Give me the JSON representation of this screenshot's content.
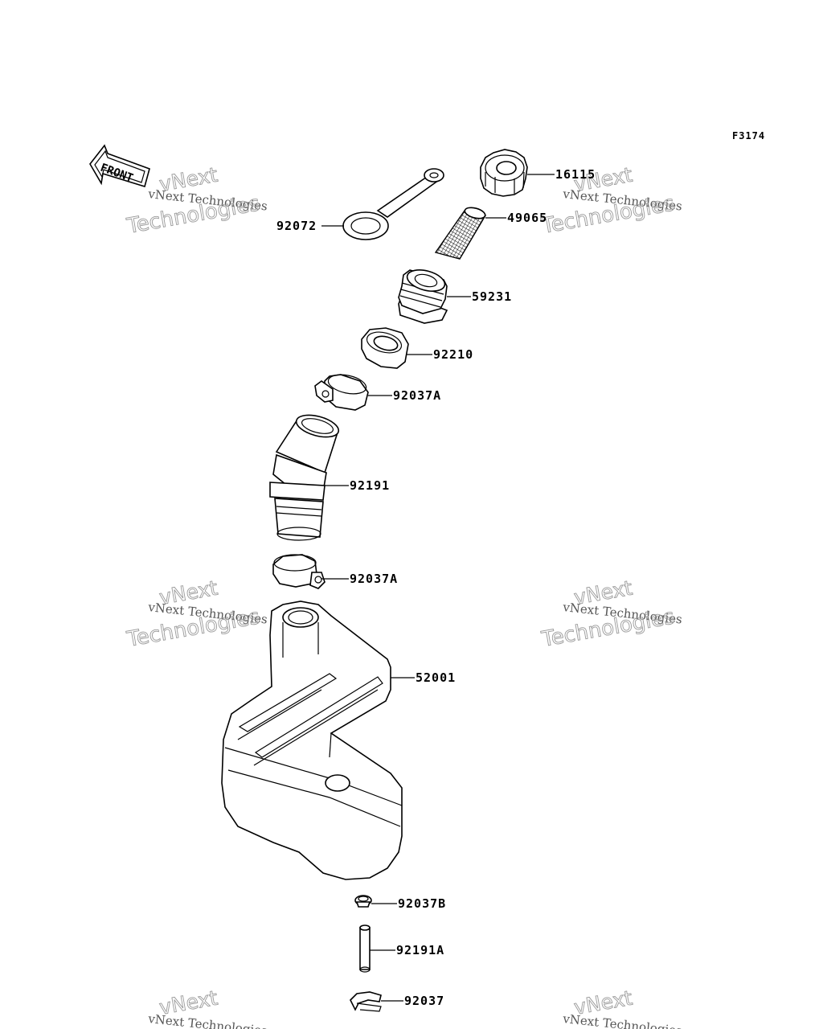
{
  "ref_code": "F3174",
  "front_label": "FRONT",
  "watermark": {
    "line1": "vNext Technologies",
    "line2": "vNext",
    "line3": "Technologies"
  },
  "callouts": [
    {
      "id": "16115",
      "label": "16115"
    },
    {
      "id": "49065",
      "label": "49065"
    },
    {
      "id": "92072",
      "label": "92072"
    },
    {
      "id": "59231",
      "label": "59231"
    },
    {
      "id": "92210",
      "label": "92210"
    },
    {
      "id": "92037A-top",
      "label": "92037A"
    },
    {
      "id": "92191",
      "label": "92191"
    },
    {
      "id": "92037A-bottom",
      "label": "92037A"
    },
    {
      "id": "52001",
      "label": "52001"
    },
    {
      "id": "92037B",
      "label": "92037B"
    },
    {
      "id": "92191A",
      "label": "92191A"
    },
    {
      "id": "92037",
      "label": "92037"
    }
  ]
}
